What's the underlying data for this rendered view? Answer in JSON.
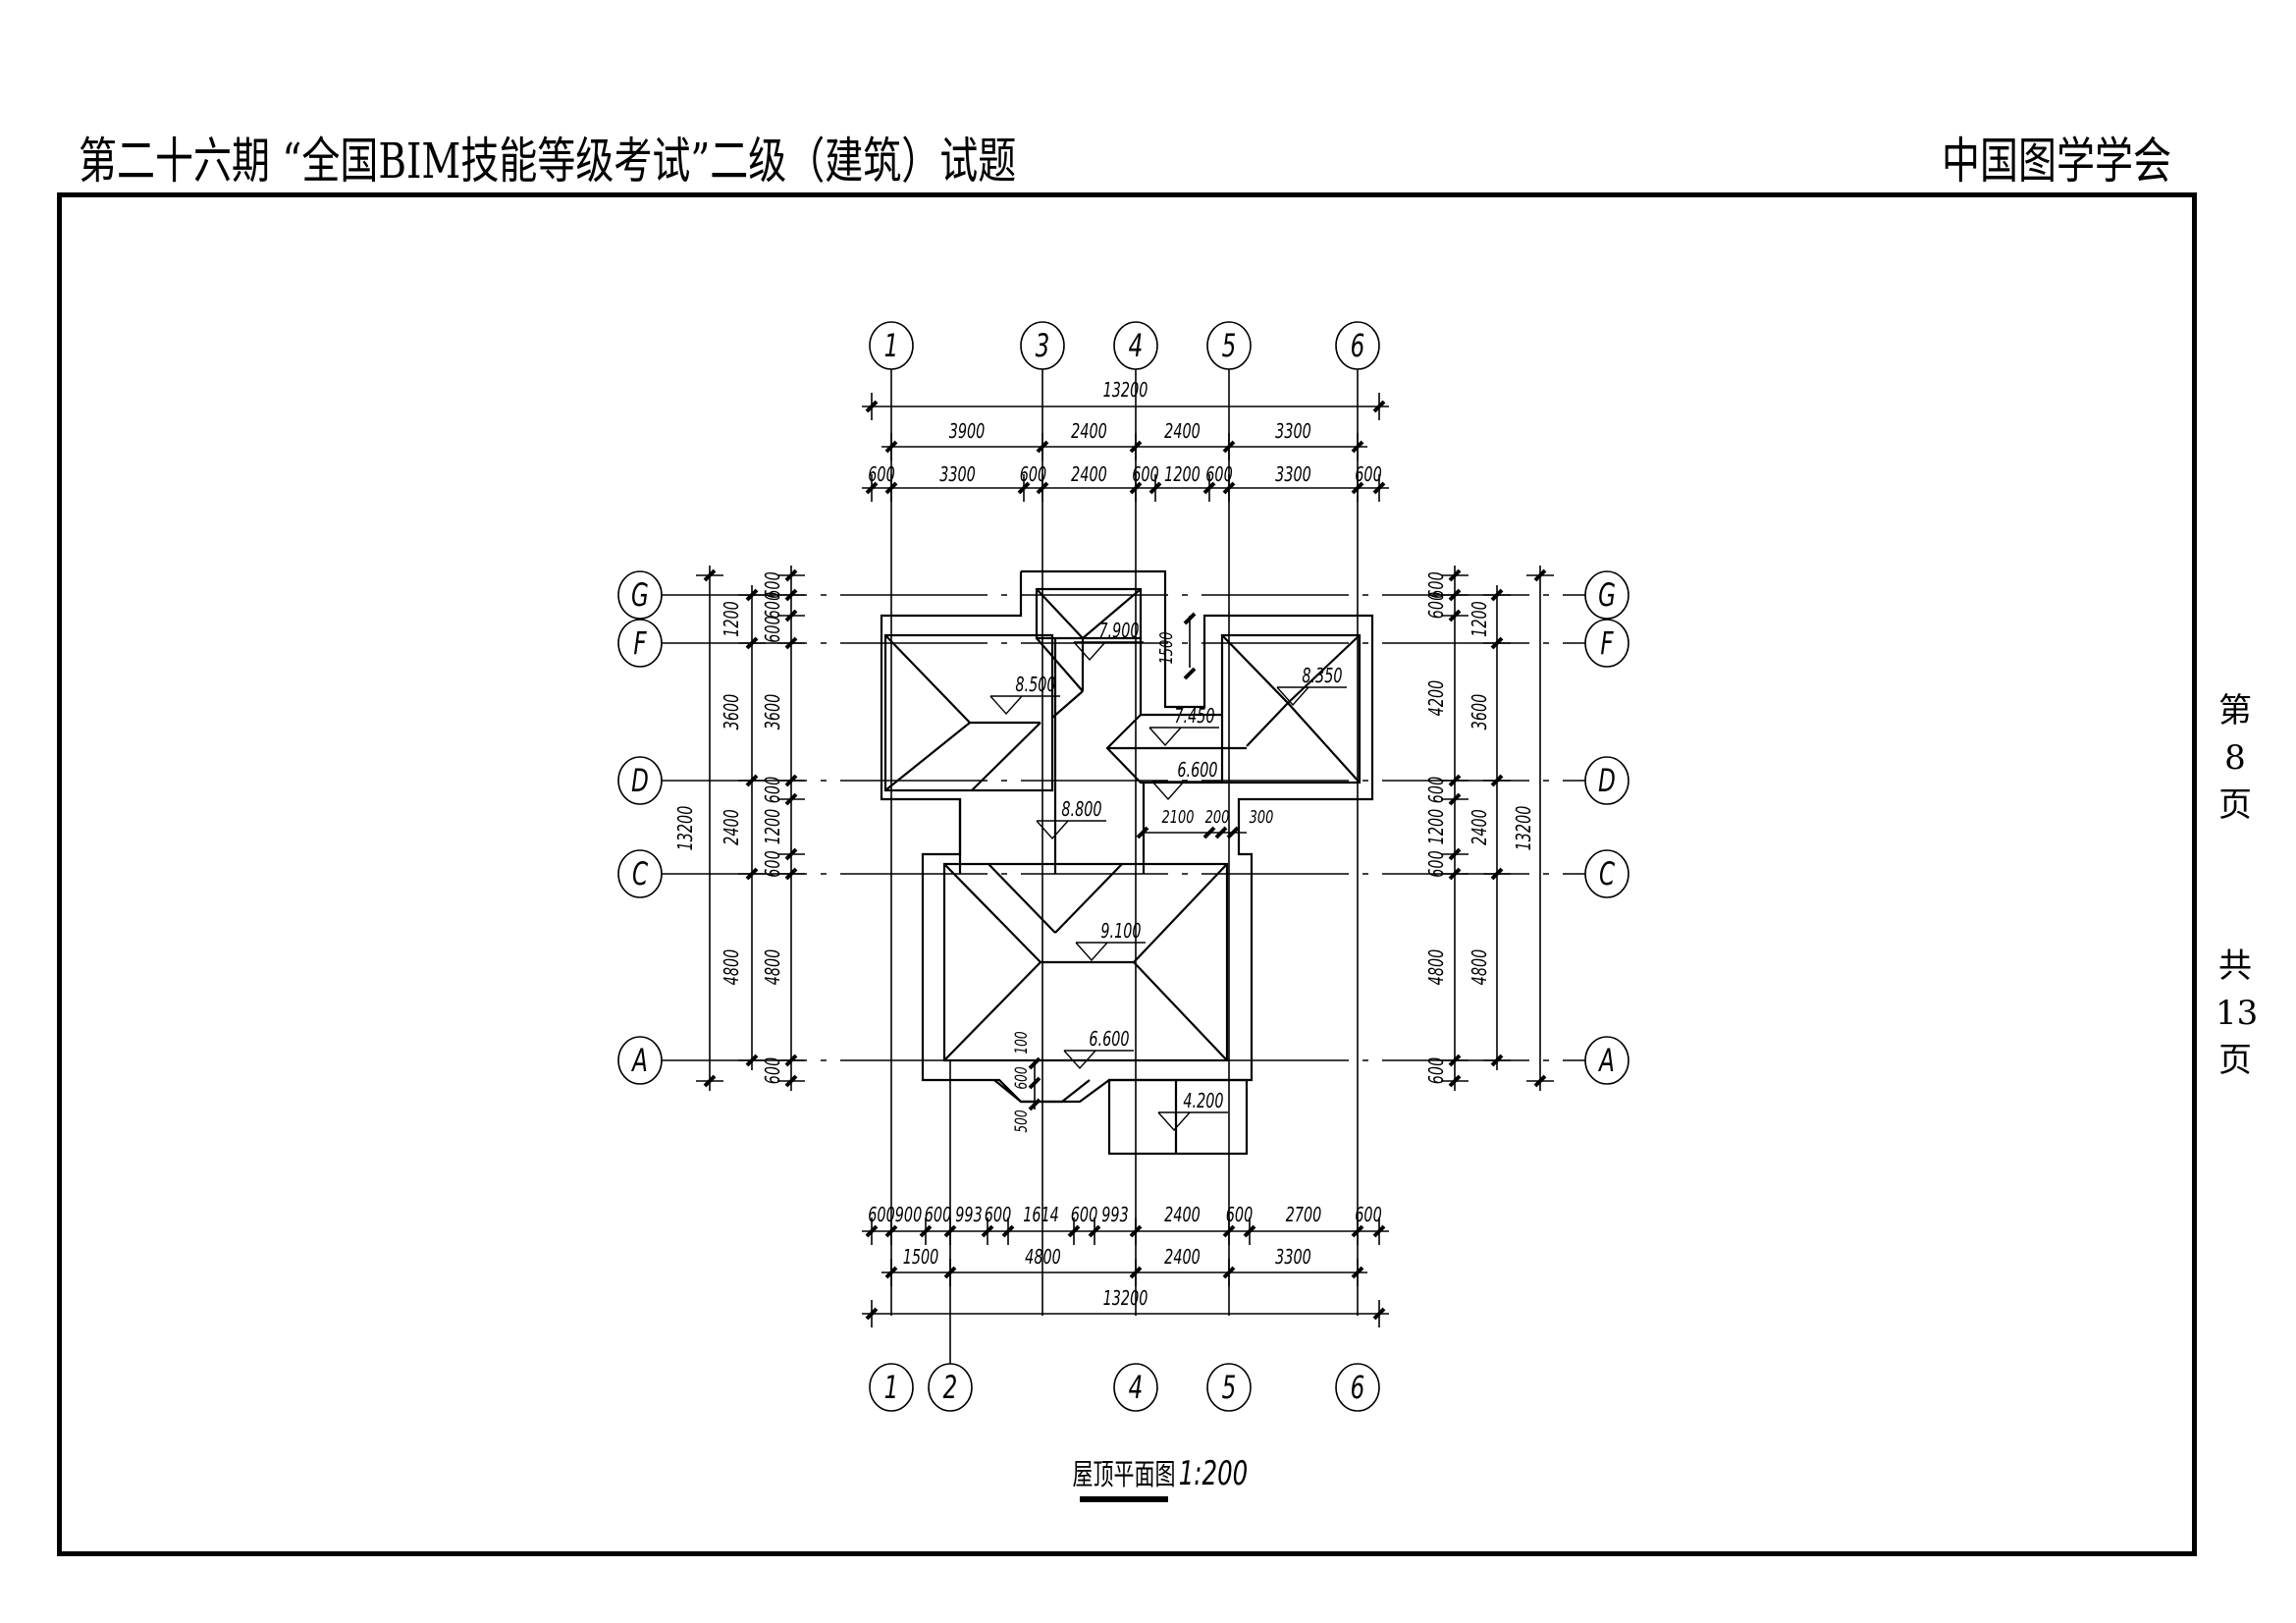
{
  "header": {
    "title": "第二十六期 “全国BIM技能等级考试”二级（建筑）试题",
    "organization": "中国图学学会"
  },
  "page_info": {
    "current_label": [
      "第",
      "8",
      "页"
    ],
    "total_label": [
      "共",
      "13",
      "页"
    ],
    "current_page": 8,
    "total_pages": 13
  },
  "drawing": {
    "title": "屋顶平面图",
    "scale": "1:200",
    "axes_top": [
      "1",
      "3",
      "4",
      "5",
      "6"
    ],
    "axes_bottom": [
      "1",
      "2",
      "4",
      "5",
      "6"
    ],
    "axes_left": [
      "G",
      "F",
      "D",
      "C",
      "A"
    ],
    "axes_right": [
      "G",
      "F",
      "D",
      "C",
      "A"
    ],
    "dims_top": {
      "overall": "13200",
      "row2": [
        "3900",
        "2400",
        "2400",
        "3300"
      ],
      "row3": [
        "600",
        "3300",
        "600",
        "2400",
        "600",
        "1200",
        "600",
        "3300",
        "600"
      ]
    },
    "dims_bottom": {
      "row1": [
        "600",
        "900",
        "600",
        "993",
        "600",
        "1614",
        "600",
        "993",
        "2400",
        "600",
        "2700",
        "600"
      ],
      "row2": [
        "1500",
        "4800",
        "2400",
        "3300"
      ],
      "overall": "13200"
    },
    "dims_left": {
      "outer_overall": "13200",
      "middle": [
        "1200",
        "3600",
        "2400",
        "4800"
      ],
      "inner": [
        "600",
        "600",
        "600",
        "3600",
        "600",
        "1200",
        "600",
        "4800",
        "600"
      ]
    },
    "dims_right": {
      "inner": [
        "600",
        "600",
        "4200",
        "600",
        "1200",
        "600",
        "4800",
        "600"
      ],
      "middle": [
        "1200",
        "3600",
        "2400",
        "4800"
      ],
      "outer_overall": "13200"
    },
    "elevations": [
      "7.900",
      "8.500",
      "8.350",
      "7.450",
      "6.600",
      "8.800",
      "9.100",
      "6.600",
      "4.200"
    ],
    "inner_dims": [
      "1500",
      "2100",
      "200",
      "300",
      "600",
      "100",
      "500"
    ]
  }
}
